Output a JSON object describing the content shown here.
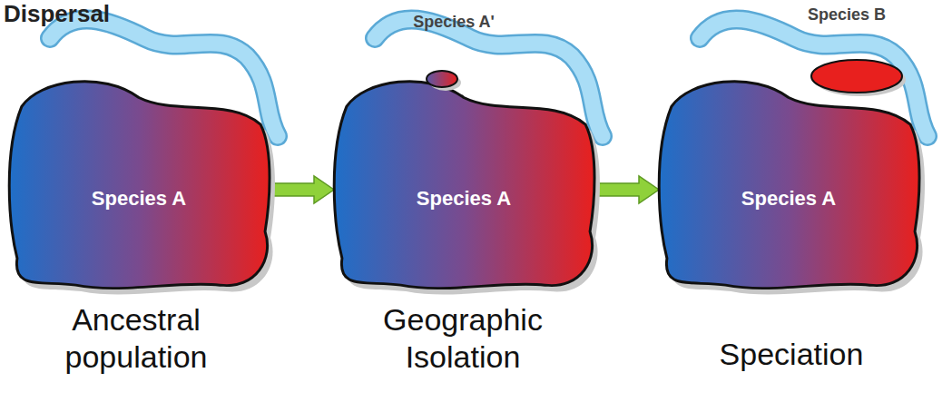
{
  "diagram": {
    "title": "Dispersal",
    "nodes": [
      {
        "text": [
          "Species A"
        ]
      },
      {
        "text": [
          "Species A"
        ]
      },
      {
        "text": [
          "Species A'"
        ]
      },
      {
        "text": [
          "Species A"
        ]
      },
      {
        "text": [
          "Species B"
        ]
      }
    ],
    "edges": [
      {
        "from": 0,
        "to": 1,
        "arrow": "to"
      },
      {
        "from": 1,
        "to": 3,
        "arrow": "to"
      }
    ],
    "labels": [
      "Ancestral population",
      "Geographic Isolation",
      "Speciation"
    ]
  }
}
